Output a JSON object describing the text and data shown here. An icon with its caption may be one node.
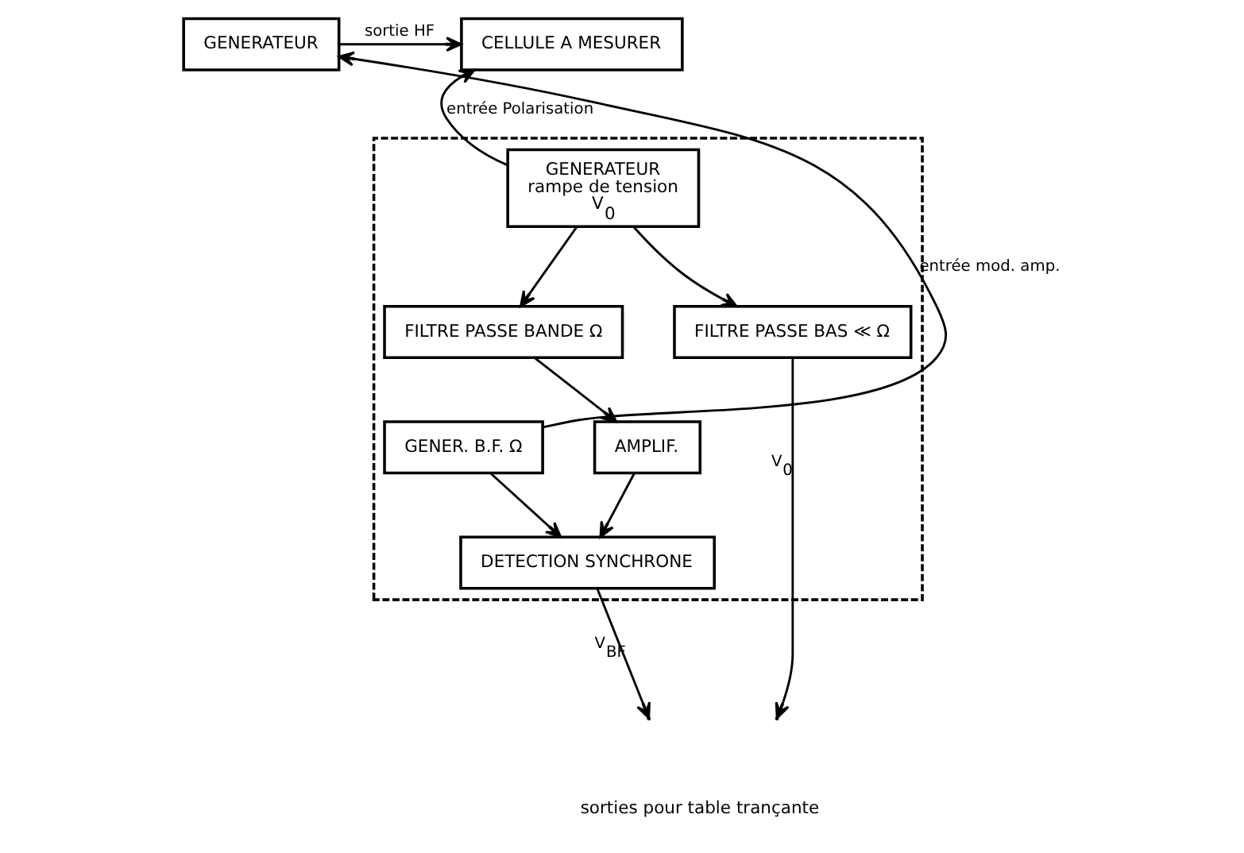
{
  "diagram": {
    "nodes": [
      {
        "text": [
          "GENERATEUR"
        ]
      },
      {
        "text": [
          "CELLULE A MESURER"
        ]
      },
      {
        "text": [],
        "shape": "box"
      },
      {
        "text": [
          "AMPLIF."
        ],
        "in": 2
      },
      {
        "text": [
          "FILTRE PASSE BANDE Ω"
        ],
        "in": 2
      },
      {
        "text": [
          "GENER. B.F. Ω"
        ],
        "in": 2
      },
      {
        "text": [
          "DETECTION SYNCHRONE"
        ],
        "in": 2
      },
      {
        "text": [
          "FILTRE PASSE BAS ≪ Ω"
        ],
        "in": 2
      },
      {
        "text": [
          "GENERATEUR",
          "rampe de tension",
          "V$_{0}$"
        ],
        "in": 2
      }
    ],
    "edges": [
      {
        "from": 0,
        "to": 1,
        "arrow": "to",
        "label": "sortie HF"
      },
      {
        "from": 8,
        "to": 1,
        "arrow": "to",
        "label": "entrée Polarisation"
      },
      {
        "from": 5,
        "to": 0,
        "arrow": "to",
        "label": "entrée mod. amp."
      },
      {
        "from": 8,
        "to": 4,
        "arrow": "to"
      },
      {
        "from": 4,
        "to": 3,
        "arrow": "to"
      },
      {
        "from": 3,
        "to": 6,
        "arrow": "to"
      },
      {
        "from": 5,
        "to": 6,
        "arrow": "to"
      },
      {
        "from": 8,
        "to": 7,
        "arrow": "to"
      },
      {
        "from": 6,
        "to": null,
        "arrow": "to",
        "label": "V$_{BF}$"
      },
      {
        "from": 7,
        "to": null,
        "arrow": "to",
        "label": "V$_{0}$"
      }
    ],
    "labels": [
      "sorties pour table trançante"
    ]
  }
}
